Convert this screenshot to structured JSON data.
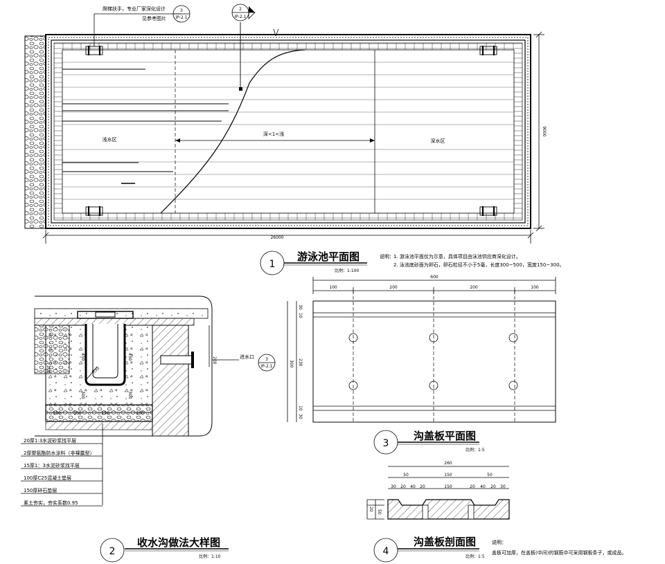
{
  "pool_plan": {
    "title": "游泳池平面图",
    "scale": "比例：1:100",
    "index": "1",
    "top_note_line1": "爬梯扶手，专业厂家深化设计",
    "top_note_line2": "见参考图片",
    "shallow_zone": "浅水区",
    "deep_zone": "深水区",
    "transition_zone": "深<1<浅",
    "dim_length": "26000",
    "dim_width": "9000",
    "section_ref": "2",
    "section_sub": "IP-2.1",
    "detail_ref": "3",
    "detail_sub": "IP-2.1",
    "note_label": "说明：",
    "note_1": "1. 游泳池平面仅为示意，具体项目由泳池供应商深化设计。",
    "note_2": "2. 泳池底砂面为卵石，卵石粒径不小于5毫，长度300~500，宽度150~300。"
  },
  "gutter_detail": {
    "title": "收水沟做法大样图",
    "scale": "比例：1:10",
    "index": "2",
    "inlet_label": "进水口",
    "inlet_ref": "3",
    "inlet_sub": "IP-2.1",
    "radius_label": "R50",
    "dims_bottom": [
      "100",
      "100",
      "150",
      "100"
    ],
    "dims_side": [
      "200",
      "450",
      "300"
    ],
    "layers": [
      "20厚1:3水泥砂浆找平层",
      "2厚聚氨酯防水涂料（非裸露型）",
      "15厚1：3水泥砂浆找平层",
      "100厚C25混凝土垫层",
      "150厚碎石垫层",
      "素土夯实，夯实系数0.95"
    ]
  },
  "cover_plan": {
    "title": "沟盖板平面图",
    "scale": "比例：1:5",
    "index": "3",
    "dim_total": "600",
    "dims_top": [
      "100",
      "200",
      "200",
      "100"
    ],
    "dims_side": [
      "30",
      "10",
      "230",
      "10",
      "30"
    ],
    "dim_side_total": "300"
  },
  "cover_section": {
    "title": "沟盖板剖面图",
    "scale": "比例：1:5",
    "index": "4",
    "dim_total": "260",
    "dims_top": [
      "50",
      "150",
      "50"
    ],
    "dims_sub": [
      "30",
      "20",
      "40",
      "20",
      "150",
      "20",
      "40",
      "20",
      "30"
    ],
    "dims_side": [
      "20",
      "50"
    ],
    "note_label": "说明：",
    "note_text": "盖板可加厚，在盖板(中间)的钢筋中可采用钢板条子，或成品。"
  }
}
